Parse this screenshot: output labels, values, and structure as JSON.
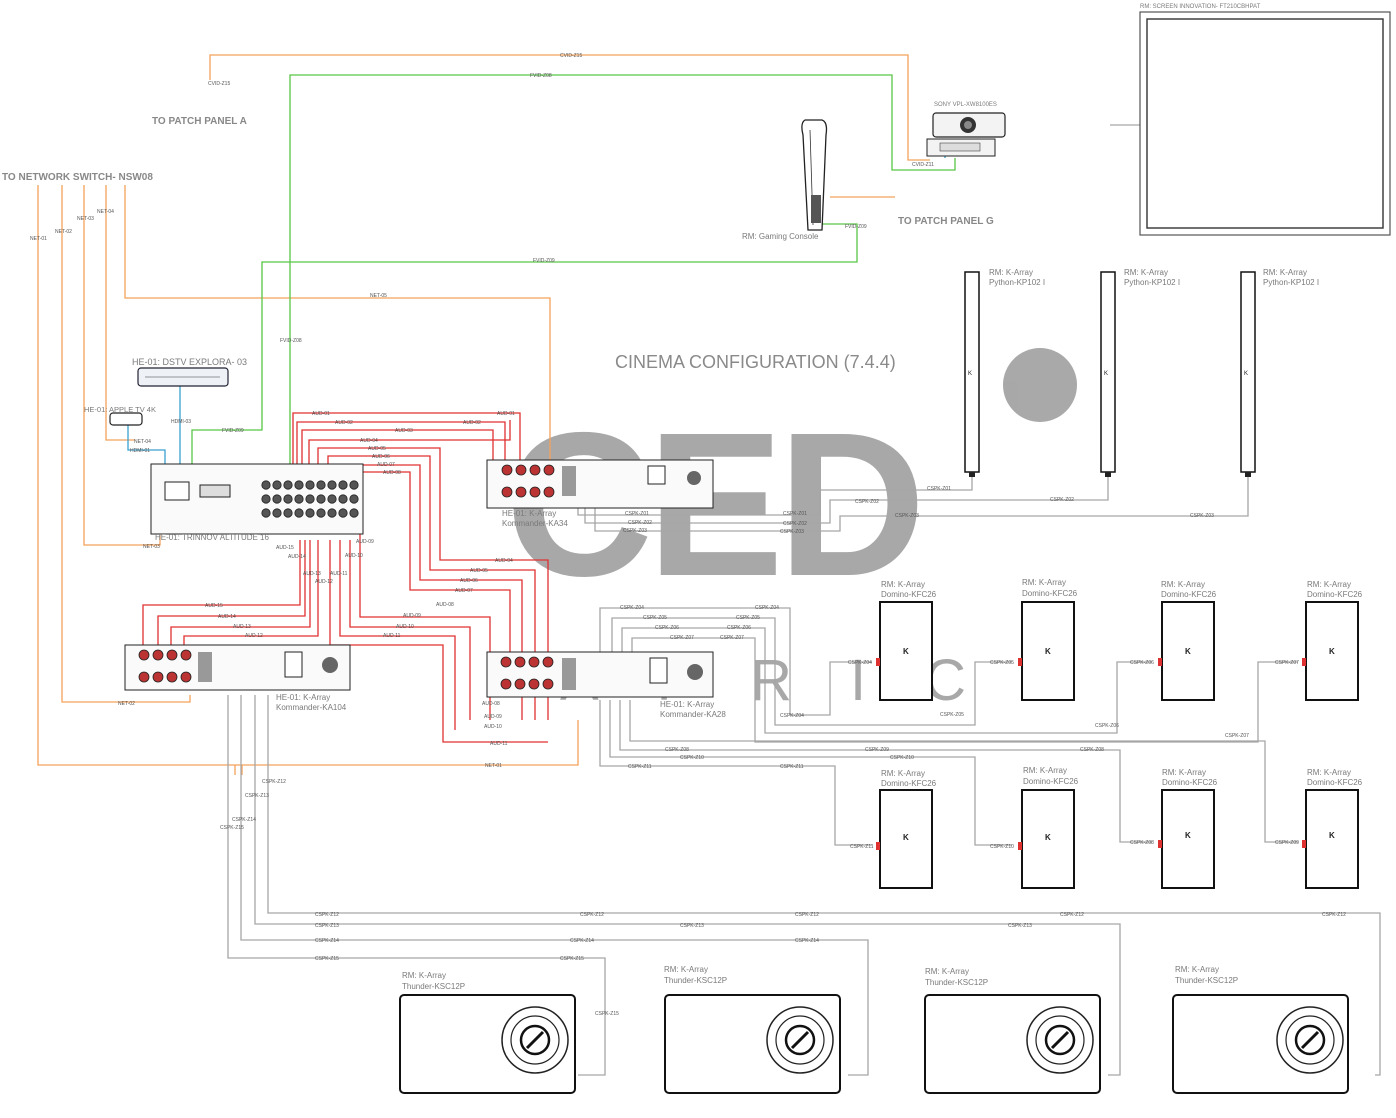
{
  "colors": {
    "network": "#f4a25a",
    "video_fiber": "#57c646",
    "video_hdmi": "#f4a25a",
    "audio": "#e03131",
    "speaker": "#a6a6a6",
    "hdmi_short": "#3aa0d0",
    "watermark": "#999999"
  },
  "headers": {
    "patch_a": "TO PATCH PANEL A",
    "patch_g": "TO PATCH PANEL G",
    "network_switch": "TO NETWORK SWITCH- NSW08"
  },
  "title": "CINEMA CONFIGURATION (7.4.4)",
  "watermark": {
    "logo": "CED",
    "sub": "AFRICA"
  },
  "devices": {
    "screen": "RM: SCREEN INNOVATION- FT210CBHPAT",
    "projector": "SONY VPL-XW8100ES",
    "console": "RM: Gaming Console",
    "dstv": "HE-01: DSTV EXPLORA- 03",
    "apple_tv": "HE-01: APPLE TV 4K",
    "trinnov": "HE-01: TRINNOV ALTITUDE 16",
    "ka34": [
      "HE-01: K-Array",
      "Kommander-KA34"
    ],
    "ka104": [
      "HE-01: K-Array",
      "Kommander-KA104"
    ],
    "ka28": [
      "HE-01: K-Array",
      "Kommander-KA28"
    ],
    "python": [
      "RM: K-Array",
      "Python-KP102 I"
    ],
    "domino": [
      "RM: K-Array",
      "Domino-KFC26"
    ],
    "thunder": [
      "RM: K-Array",
      "Thunder-KSC12P"
    ]
  },
  "wires": {
    "network": [
      "NET-01",
      "NET-02",
      "NET-03",
      "NET-04",
      "NET-05"
    ],
    "video": [
      "CVID-Z15",
      "FVID-Z08",
      "CVID-Z11",
      "FVID-Z09"
    ],
    "hdmi": [
      "HDMI-03",
      "HDMI-01"
    ],
    "audio": [
      "AUD-01",
      "AUD-02",
      "AUD-03",
      "AUD-04",
      "AUD-05",
      "AUD-06",
      "AUD-07",
      "AUD-08",
      "AUD-09",
      "AUD-10",
      "AUD-11",
      "AUD-12",
      "AUD-13",
      "AUD-14",
      "AUD-15"
    ],
    "speaker": [
      "CSPK-Z01",
      "CSPK-Z02",
      "CSPK-Z03",
      "CSPK-Z04",
      "CSPK-Z05",
      "CSPK-Z06",
      "CSPK-Z07",
      "CSPK-Z08",
      "CSPK-Z09",
      "CSPK-Z10",
      "CSPK-Z11",
      "CSPK-Z12",
      "CSPK-Z13",
      "CSPK-Z14",
      "CSPK-Z15"
    ]
  }
}
